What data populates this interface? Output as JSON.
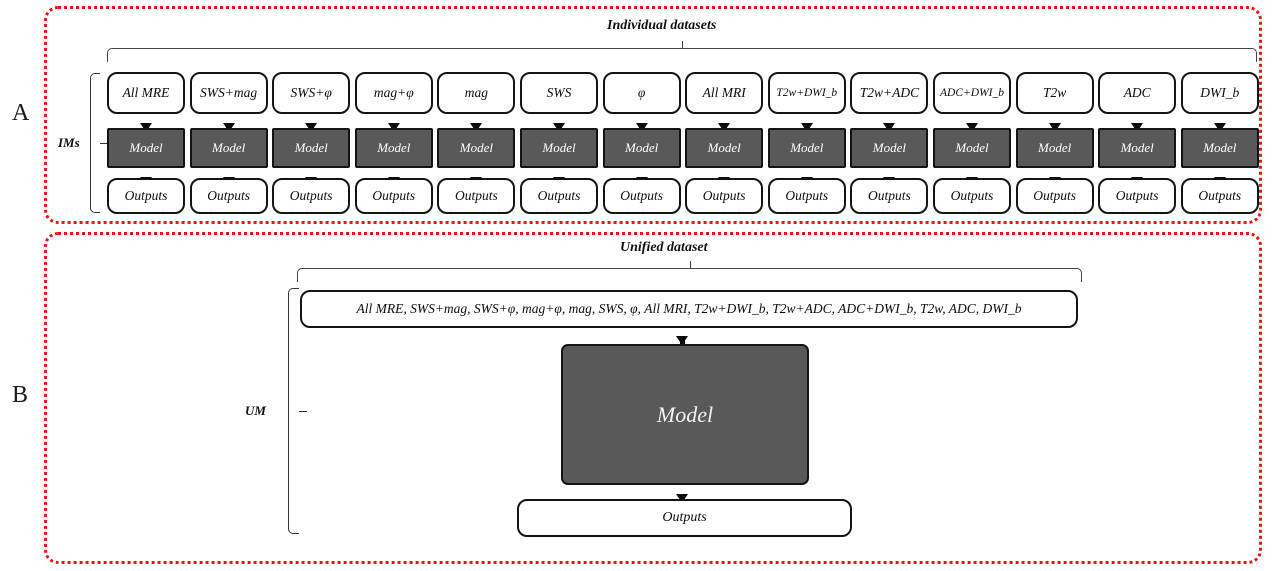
{
  "figure": {
    "panels": [
      {
        "letter": "A",
        "title": "Individual datasets",
        "group_label": "IMs"
      },
      {
        "letter": "B",
        "title": "Unified dataset",
        "group_label": "UM"
      }
    ]
  },
  "panel_a": {
    "letter": "A",
    "title": "Individual datasets",
    "group_label": "IMs",
    "model_label": "Model",
    "outputs_label": "Outputs",
    "columns": [
      {
        "dataset": "All MRE"
      },
      {
        "dataset": "SWS+mag"
      },
      {
        "dataset": "SWS+φ"
      },
      {
        "dataset": "mag+φ"
      },
      {
        "dataset": "mag"
      },
      {
        "dataset": "SWS"
      },
      {
        "dataset": "φ"
      },
      {
        "dataset": "All MRI"
      },
      {
        "dataset": "T2w+DWI_b"
      },
      {
        "dataset": "T2w+ADC"
      },
      {
        "dataset": "ADC+DWI_b"
      },
      {
        "dataset": "T2w"
      },
      {
        "dataset": "ADC"
      },
      {
        "dataset": "DWI_b"
      }
    ]
  },
  "panel_b": {
    "letter": "B",
    "title": "Unified dataset",
    "group_label": "UM",
    "dataset_list": "All MRE,  SWS+mag,  SWS+φ,  mag+φ,  mag,  SWS,  φ,  All MRI,  T2w+DWI_b,  T2w+ADC,  ADC+DWI_b,  T2w,  ADC,  DWI_b",
    "model_label": "Model",
    "outputs_label": "Outputs"
  },
  "colors": {
    "panel_border": "#f01010",
    "model_fill": "#595959",
    "node_stroke": "#141414",
    "node_fill": "#ffffff",
    "text": "#0d0d0d"
  }
}
